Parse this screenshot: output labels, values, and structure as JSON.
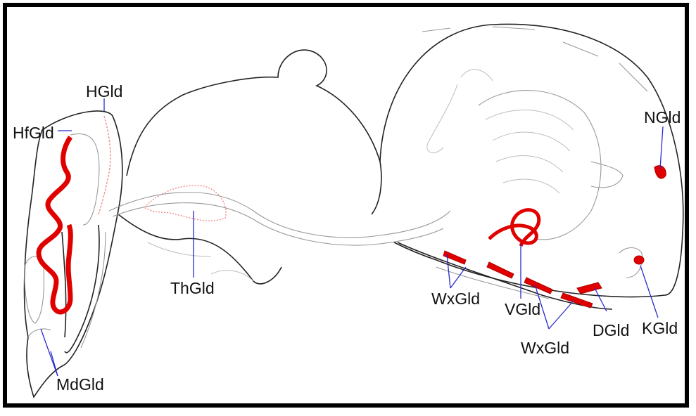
{
  "colors": {
    "border": "#000000",
    "gland_dark": "#e00000",
    "gland_light": "#f08a8a",
    "leader": "#2a2ad0",
    "outline": "#222222"
  },
  "labels": {
    "hgld": "HGld",
    "hfgld": "HfGld",
    "thgld": "ThGld",
    "mdgld": "MdGld",
    "wxgld_upper": "WxGld",
    "vgld": "VGld",
    "wxgld_lower": "WxGld",
    "dgld": "DGld",
    "kgld": "KGld",
    "ngld": "NGld"
  }
}
